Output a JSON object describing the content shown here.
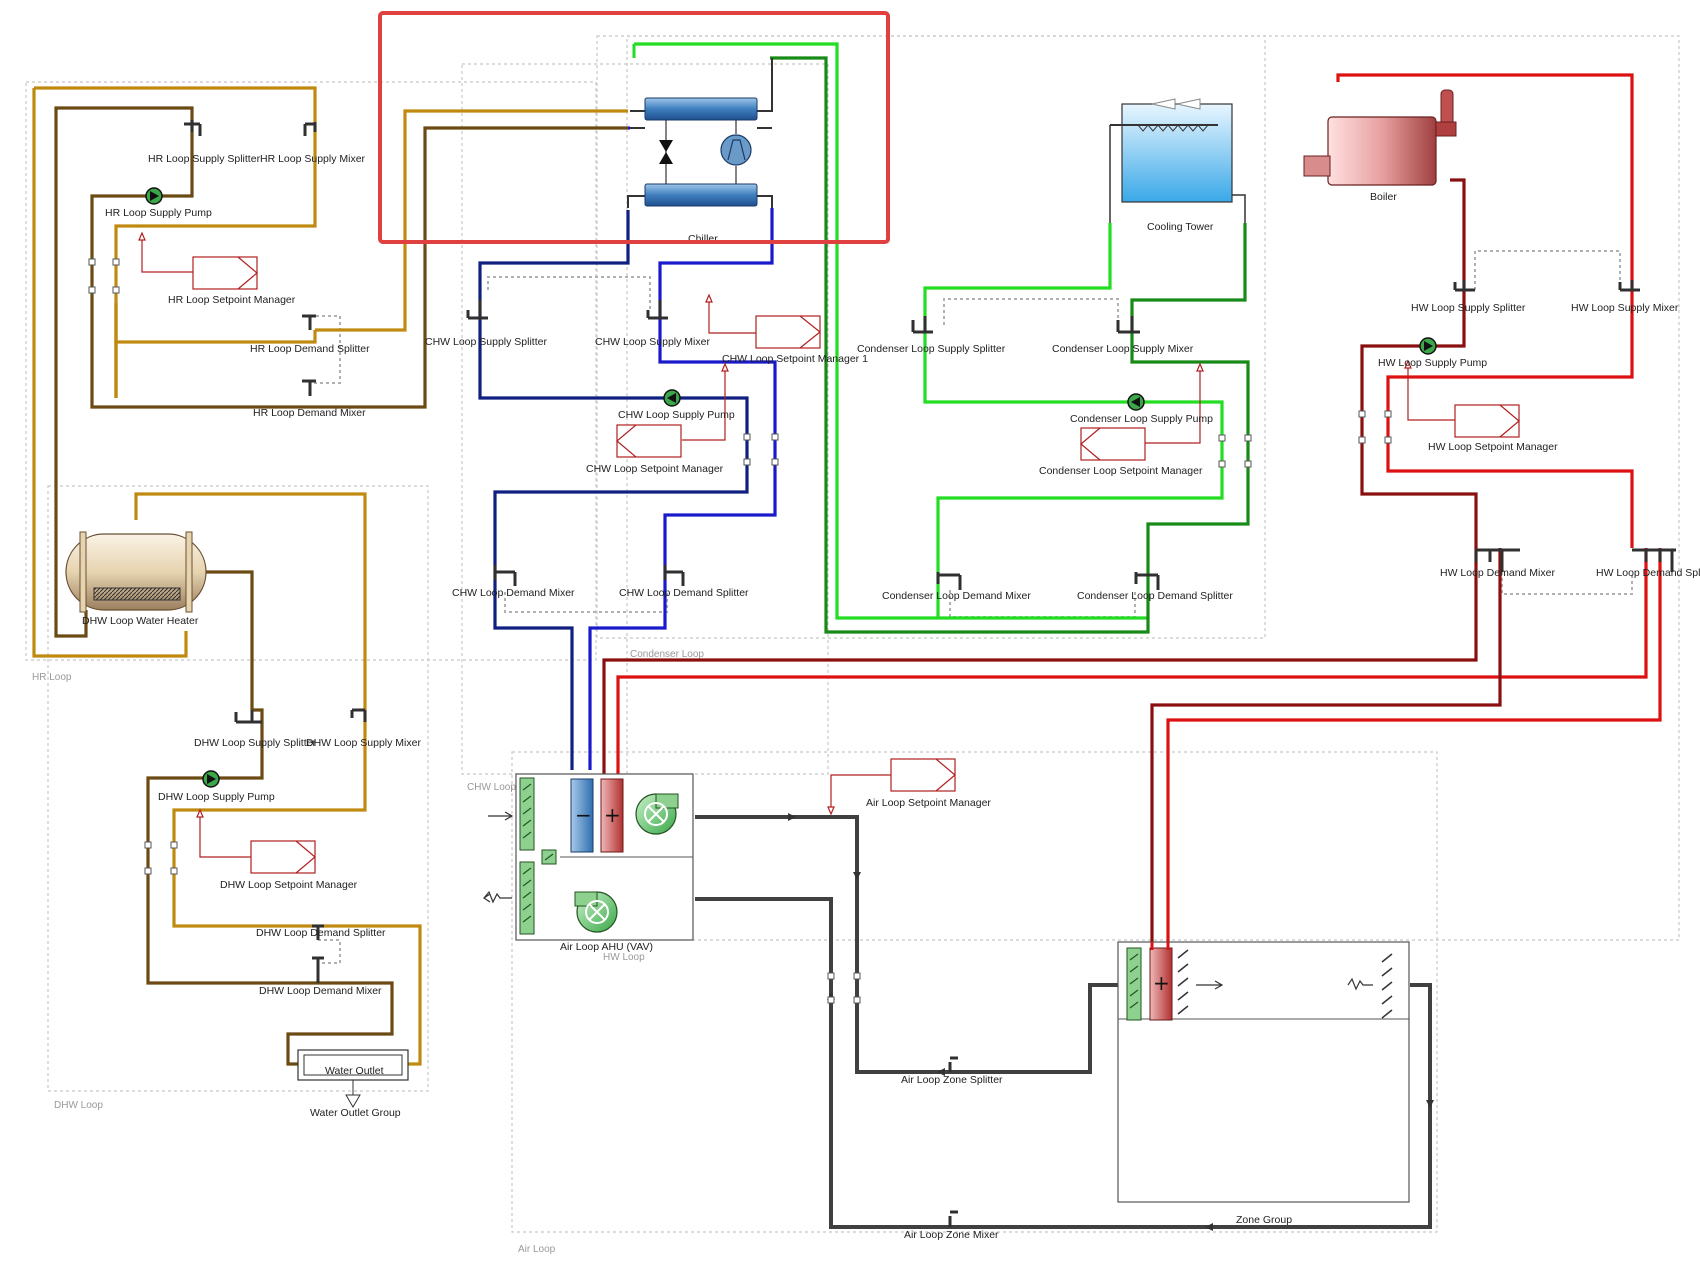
{
  "colors": {
    "hr_supply": "#c08a10",
    "hr_demand": "#6b4a14",
    "chw_supply": "#1a1acc",
    "chw_demand": "#102080",
    "cond_supply": "#22dd22",
    "cond_demand": "#178a17",
    "hw_supply": "#dd1111",
    "hw_demand": "#8a1010",
    "air": "#404040",
    "highlight": "#e04040",
    "setpoint": "#b02020",
    "loop_border": "#c0c0c0"
  },
  "loops": {
    "hr": "HR Loop",
    "dhw": "DHW Loop",
    "chw": "CHW Loop",
    "condenser": "Condenser Loop",
    "hw": "HW Loop",
    "air": "Air Loop"
  },
  "components": {
    "chiller": "Chiller",
    "cooling_tower": "Cooling Tower",
    "boiler": "Boiler",
    "dhw_water_heater": "DHW Loop Water Heater",
    "water_outlet": "Water Outlet",
    "water_outlet_group": "Water Outlet Group",
    "air_loop_ahu": "Air Loop AHU (VAV)",
    "zone_group": "Zone Group"
  },
  "nodes": {
    "hr_supply_splitter": "HR Loop Supply Splitter",
    "hr_supply_mixer": "HR Loop Supply Mixer",
    "hr_supply_pump": "HR Loop Supply Pump",
    "hr_setpoint_manager": "HR Loop Setpoint Manager",
    "hr_demand_splitter": "HR Loop Demand Splitter",
    "hr_demand_mixer": "HR Loop Demand Mixer",
    "chw_supply_splitter": "CHW Loop Supply Splitter",
    "chw_supply_mixer": "CHW Loop Supply Mixer",
    "chw_setpoint_manager_1": "CHW Loop Setpoint Manager 1",
    "chw_supply_pump": "CHW Loop Supply Pump",
    "chw_setpoint_manager": "CHW Loop Setpoint Manager",
    "chw_demand_mixer": "CHW Loop Demand Mixer",
    "chw_demand_splitter": "CHW Loop Demand Splitter",
    "cond_supply_splitter": "Condenser Loop Supply Splitter",
    "cond_supply_mixer": "Condenser Loop Supply Mixer",
    "cond_supply_pump": "Condenser Loop Supply Pump",
    "cond_setpoint_manager": "Condenser Loop Setpoint Manager",
    "cond_demand_mixer": "Condenser Loop Demand Mixer",
    "cond_demand_splitter": "Condenser Loop Demand Splitter",
    "hw_supply_splitter": "HW Loop Supply Splitter",
    "hw_supply_mixer": "HW Loop Supply Mixer",
    "hw_supply_pump": "HW Loop Supply Pump",
    "hw_setpoint_manager": "HW Loop Setpoint Manager",
    "hw_demand_mixer": "HW Loop Demand Mixer",
    "hw_demand_splitter": "HW Loop Demand Splitter",
    "dhw_supply_splitter": "DHW Loop Supply Splitter",
    "dhw_supply_mixer": "DHW Loop Supply Mixer",
    "dhw_supply_pump": "DHW Loop Supply Pump",
    "dhw_setpoint_manager": "DHW Loop Setpoint Manager",
    "dhw_demand_splitter": "DHW Loop Demand Splitter",
    "dhw_demand_mixer": "DHW Loop Demand Mixer",
    "air_setpoint_manager": "Air Loop Setpoint Manager",
    "air_zone_splitter": "Air Loop Zone Splitter",
    "air_zone_mixer": "Air Loop Zone Mixer"
  },
  "icons": {
    "pump": "pump-icon",
    "splitter": "splitter-icon",
    "mixer": "mixer-icon",
    "setpoint": "setpoint-manager-icon",
    "fan": "fan-icon",
    "coil_cooling": "cooling-coil-icon",
    "coil_heating": "heating-coil-icon",
    "oa_damper": "outdoor-air-damper-icon"
  }
}
